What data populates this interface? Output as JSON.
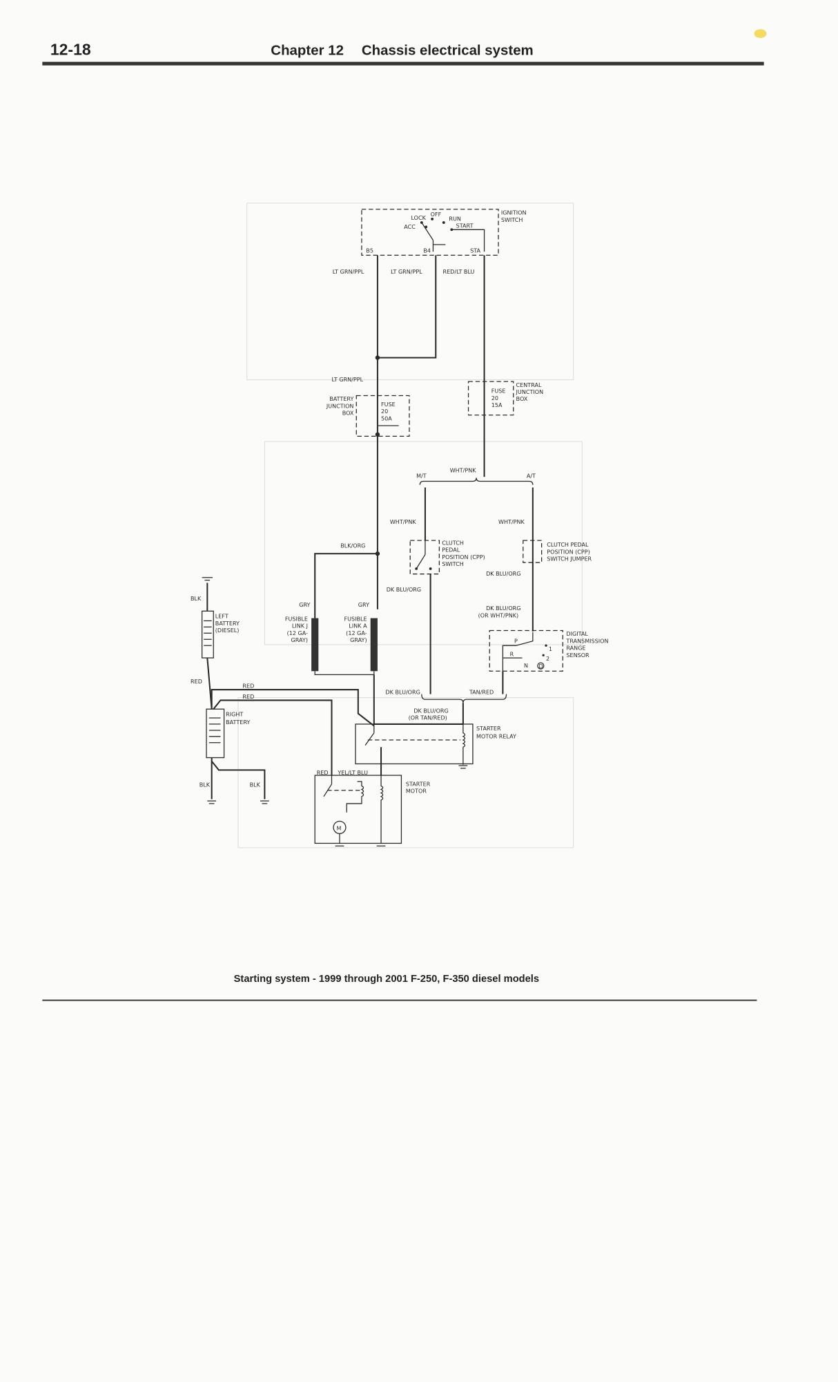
{
  "header": {
    "page_number": "12-18",
    "chapter": "Chapter 12",
    "title": "Chassis electrical system"
  },
  "caption": "Starting system - 1999 through 2001 F-250, F-350 diesel models",
  "ignition_switch": {
    "name": [
      "IGNITION",
      "SWITCH"
    ],
    "positions": {
      "lock": "LOCK",
      "off": "OFF",
      "run": "RUN",
      "acc": "ACC",
      "start": "START"
    },
    "terminals": {
      "b5": "B5",
      "b4": "B4",
      "sta": "STA"
    }
  },
  "wires": {
    "b5": "LT GRN/PPL",
    "b4": "LT GRN/PPL",
    "sta": "RED/LT BLU",
    "to_bjb": "LT GRN/PPL",
    "split": "WHT/PNK",
    "mt": "M/T",
    "at": "A/T",
    "mt_branch": "WHT/PNK",
    "at_branch": "WHT/PNK",
    "blk_org": "BLK/ORG",
    "cpp_out": "DK BLU/ORG",
    "jumper_out": "DK BLU/ORG",
    "dtrs_in": [
      "DK BLU/ORG",
      "(OR WHT/PNK)"
    ],
    "gry_j": "GRY",
    "gry_a": "GRY",
    "bottom_left": "DK BLU/ORG",
    "bottom_right": "TAN/RED",
    "relay_in": [
      "DK BLU/ORG",
      "(OR TAN/RED)"
    ],
    "red_1": "RED",
    "red_2": "RED",
    "red_3": "RED",
    "blk_top": "BLK",
    "blk_1": "BLK",
    "blk_2": "BLK",
    "starter_red": "RED",
    "starter_yel": "YEL/LT BLU"
  },
  "battery_junction_box": {
    "name": [
      "BATTERY",
      "JUNCTION",
      "BOX"
    ],
    "fuse": [
      "FUSE",
      "20",
      "50A"
    ]
  },
  "central_junction_box": {
    "name": [
      "CENTRAL",
      "JUNCTION",
      "BOX"
    ],
    "fuse": [
      "FUSE",
      "20",
      "15A"
    ]
  },
  "cpp_switch": {
    "name": [
      "CLUTCH",
      "PEDAL",
      "POSITION (CPP)",
      "SWITCH"
    ]
  },
  "cpp_jumper": {
    "name": [
      "CLUTCH PEDAL",
      "POSITION (CPP)",
      "SWITCH JUMPER"
    ]
  },
  "dtrs": {
    "name": [
      "DIGITAL",
      "TRANSMISSION",
      "RANGE",
      "SENSOR"
    ],
    "positions": {
      "p": "P",
      "r": "R",
      "n": "N",
      "d": "D",
      "one": "1",
      "two": "2"
    }
  },
  "fusible_link_j": [
    "FUSIBLE",
    "LINK J",
    "(12 GA-",
    "GRAY)"
  ],
  "fusible_link_a": [
    "FUSIBLE",
    "LINK A",
    "(12 GA-",
    "GRAY)"
  ],
  "left_battery": [
    "LEFT",
    "BATTERY",
    "(DIESEL)"
  ],
  "right_battery": [
    "RIGHT",
    "BATTERY"
  ],
  "starter_relay": [
    "STARTER",
    "MOTOR RELAY"
  ],
  "starter_motor": {
    "name": [
      "STARTER",
      "MOTOR"
    ],
    "symbol": "M"
  }
}
